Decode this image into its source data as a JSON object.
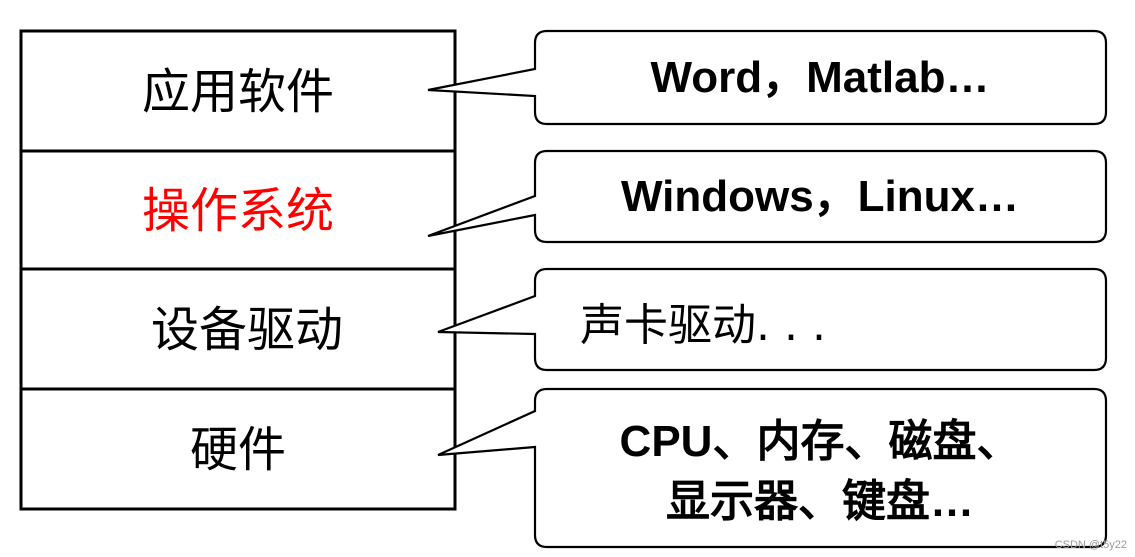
{
  "layers": [
    {
      "label": "应用软件",
      "color": "#000000"
    },
    {
      "label": "操作系统",
      "color": "#ff0000"
    },
    {
      "label": "设备驱动",
      "color": "#000000"
    },
    {
      "label": "硬件",
      "color": "#000000"
    }
  ],
  "callouts": [
    {
      "lines": [
        "Word，Matlab…"
      ],
      "style": "bold"
    },
    {
      "lines": [
        "Windows，Linux…"
      ],
      "style": "bold"
    },
    {
      "lines": [
        "声卡驱动. . ."
      ],
      "style": "cn"
    },
    {
      "lines": [
        "CPU、内存、磁盘、",
        "显示器、键盘…"
      ],
      "style": "bold"
    }
  ],
  "watermark": "CSDN @t5y22"
}
